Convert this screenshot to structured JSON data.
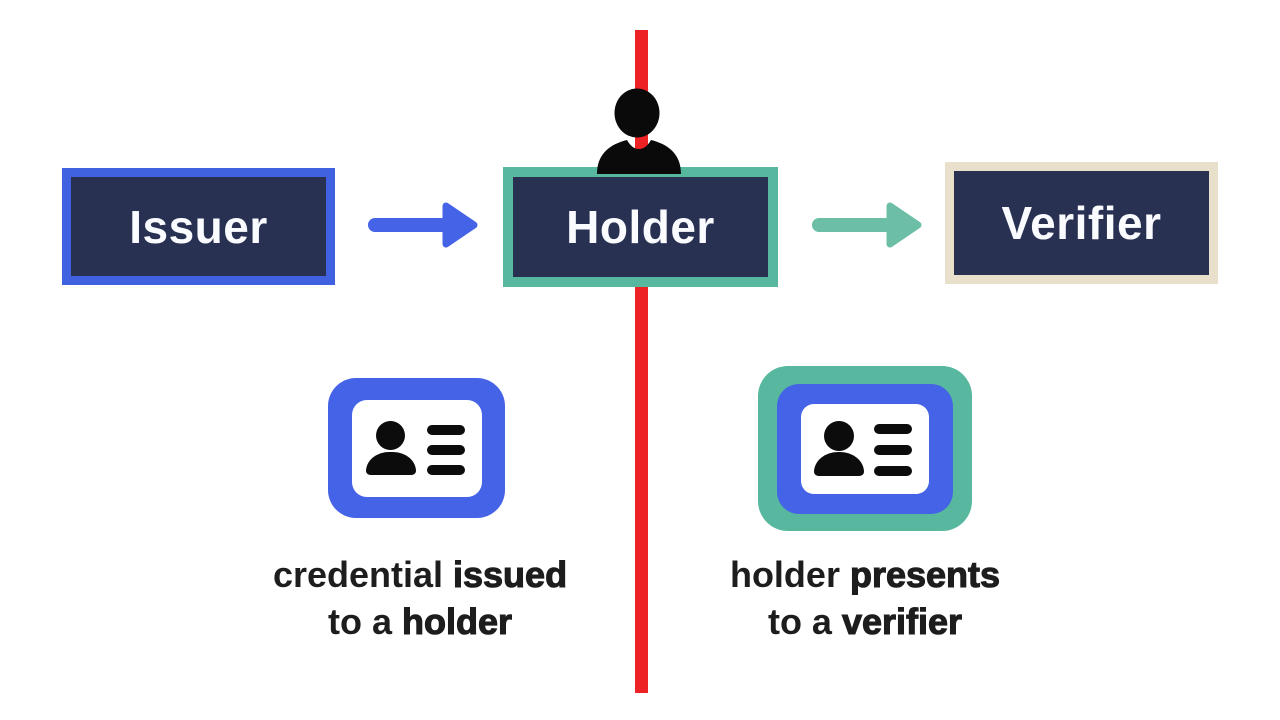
{
  "nodes": [
    {
      "id": "issuer",
      "label": "Issuer"
    },
    {
      "id": "holder",
      "label": "Holder"
    },
    {
      "id": "verifier",
      "label": "Verifier"
    }
  ],
  "captions": {
    "issued": {
      "line1_normal": "credential ",
      "line1_bold": "issued",
      "line2_normal": "to a ",
      "line2_bold": "holder"
    },
    "presents": {
      "line1_normal": "holder ",
      "line1_bold": "presents",
      "line2_normal": "to a ",
      "line2_bold": "verifier"
    }
  },
  "icons": {
    "person": "person-icon",
    "card_issued": "id-card-icon",
    "card_presented": "id-card-icon",
    "arrow_issue": "arrow-right-icon",
    "arrow_present": "arrow-right-icon",
    "divider": "red-divider-line"
  },
  "colors": {
    "navy_fill": "#293153",
    "blue_border": "#4062E0",
    "blue": "#4463E6",
    "teal": "#57B89F",
    "teal_arrow": "#6CBFA6",
    "cream_border": "#E9E0CB",
    "red_line": "#ED2224",
    "text": "#1D1D1D",
    "label_text": "#FAFBFF",
    "background": "#FFFFFF"
  }
}
